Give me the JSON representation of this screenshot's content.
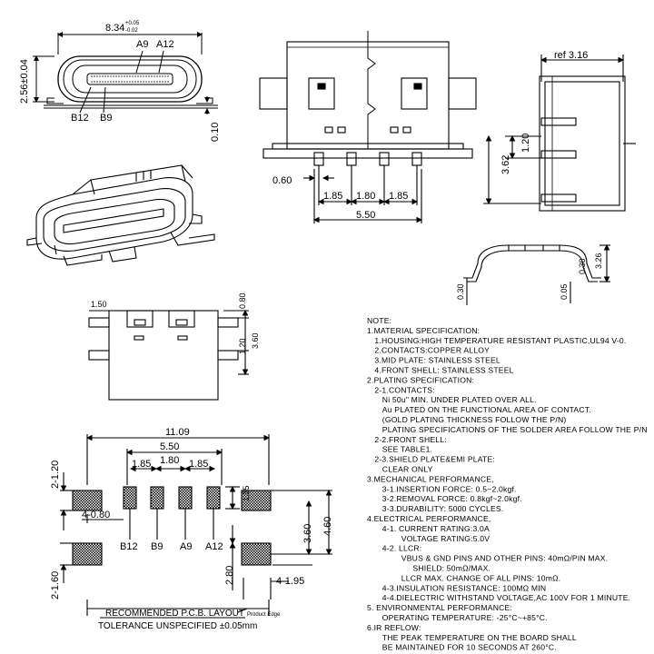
{
  "top_left": {
    "width": "8.34",
    "width_tol_plus": "+0.05",
    "width_tol_minus": "-0.02",
    "height": "2.56±0.04",
    "pin_a9": "A9",
    "pin_a12": "A12",
    "pin_b12": "B12",
    "pin_b9": "B9",
    "standoff": "0.10"
  },
  "top_view": {
    "dim_060": "0.60",
    "pitch_1": "1.85",
    "pitch_2": "1.80",
    "pitch_3": "1.85",
    "overall": "5.50"
  },
  "side_view": {
    "ref": "ref 3.16",
    "dim_120": "1.20",
    "dim_362": "3.62"
  },
  "front_view": {
    "dim_030_a": "0.30",
    "dim_326": "3.26",
    "dim_030_b": "0.30",
    "dim_005": "0.05"
  },
  "bottom_view": {
    "dim_150": "1.50",
    "dim_080": "0.80",
    "dim_120": "1.20",
    "dim_360": "3.60"
  },
  "pcb_layout": {
    "overall": "11.09",
    "inner": "5.50",
    "pitch_1": "1.85",
    "pitch_2": "1.80",
    "pitch_3": "1.85",
    "pad_h": "1.35",
    "dim_2x120": "2-1.20",
    "dim_4x080": "4-0.80",
    "dim_2x160": "2-1.60",
    "dim_360": "3.60",
    "dim_460": "4.60",
    "dim_280": "2.80",
    "dim_4x195": "4-1.95",
    "pin_b12": "B12",
    "pin_b9": "B9",
    "pin_a9": "A9",
    "pin_a12": "A12",
    "title": "RECOMMENDED   P.C.B. LAYOUT",
    "tolerance": "TOLERANCE UNSPECIFIED ±0.05mm",
    "edge_label": "Product Edge"
  },
  "notes": [
    "NOTE:",
    "1.MATERIAL SPECIFICATION:",
    "  1.HOUSING:HIGH TEMPERATURE RESISTANT PLASTIC,UL94 V-0.",
    "  2.CONTACTS:COPPER ALLOY",
    "  3.MID PLATE: STAINLESS STEEL",
    "  4.FRONT SHELL: STAINLESS STEEL",
    "2.PLATING SPECIFICATION:",
    "  2-1.CONTACTS:",
    "    Ni 50u\" MIN. UNDER PLATED OVER ALL.",
    "    Au PLATED ON THE FUNCTIONAL AREA OF CONTACT.",
    "    (GOLD PLATING THICKNESS FOLLOW THE P/N)",
    "    PLATING SPECIFICATIONS OF THE SOLDER AREA FOLLOW THE P/N",
    "  2-2.FRONT SHELL:",
    "    SEE TABLE1.",
    "  2-3.SHIELD PLATE&EMI PLATE:",
    "    CLEAR ONLY",
    "3.MECHANICAL PERFORMANCE,",
    "    3-1.INSERTION FORCE: 0.5~2.0kgf.",
    "    3-2.REMOVAL FORCE: 0.8kgf~2.0kgf.",
    "    3-3.DURABILITY: 5000 CYCLES.",
    "4.ELECTRICAL PERFORMANCE,",
    "    4-1. CURRENT RATING:3.0A",
    "         VOLTAGE RATING:5.0V",
    "    4-2. LLCR:",
    "         VBUS & GND PINS AND OTHER PINS: 40mΩ/PIN MAX.",
    "            SHIELD: 50mΩ/MAX.",
    "         LLCR MAX. CHANGE OF ALL PINS: 10mΩ.",
    "    4-3.INSULATION RESISTANCE: 100MΩ   MIN",
    "    4-4.DIELECTRIC WITHSTAND VOLTAGE,AC 100V FOR 1 MINUTE.",
    "5. ENVIRONMENTAL PERFORMANCE:",
    "    OPERATING TEMPERATURE: -25°C~+85°C.",
    "6.IR REFLOW:",
    "    THE PEAK TEMPERATURE ON THE BOARD SHALL",
    "    BE MAINTAINED FOR 10 SECONDS AT 260°C."
  ]
}
